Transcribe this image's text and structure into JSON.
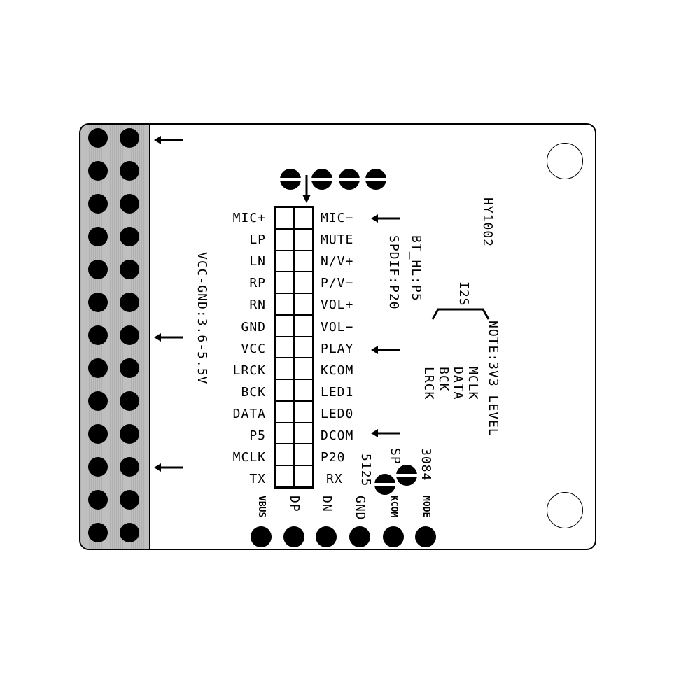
{
  "board": {
    "model": "HY1002",
    "supply_note": "VCC-GND:3.6-5.5V",
    "bt_note": "BT_HL:P5",
    "spdif_note": "SPDIF:P20",
    "i2s_label": "I2S",
    "level_note": "NOTE:3V3 LEVEL",
    "level_signals": [
      "MCLK",
      "DATA",
      "BCK",
      "LRCK"
    ]
  },
  "connector": {
    "left_labels": [
      "MIC+",
      "LP",
      "LN",
      "RP",
      "RN",
      "GND",
      "VCC",
      "LRCK",
      "BCK",
      "DATA",
      "P5",
      "MCLK",
      "TX"
    ],
    "right_labels": [
      "MIC−",
      "MUTE",
      "N/V+",
      "P/V−",
      "VOL+",
      "VOL−",
      "PLAY",
      "KCOM",
      "LED1",
      "LED0",
      "DCOM",
      "P20",
      "RX"
    ]
  },
  "bottom_pads": [
    "VBUS",
    "DP",
    "DN",
    "GND",
    "KCOM",
    "MODE"
  ],
  "jumpers": {
    "sp_label": "SP",
    "sp_value": "5125",
    "mode_value": "3084"
  },
  "colors": {
    "header_strip": "#bfbfbf",
    "ink": "#000000",
    "board": "#ffffff"
  }
}
